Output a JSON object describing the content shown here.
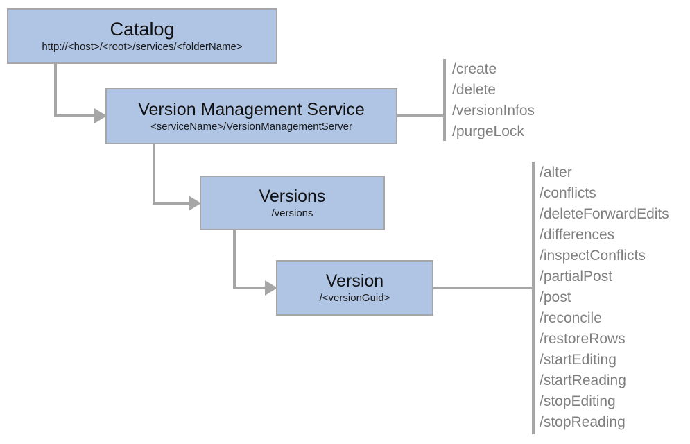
{
  "diagram": {
    "type": "hierarchy-flowchart",
    "accent_box_fill": "#b0c4e4",
    "accent_box_border": "#a6a6a6",
    "connector_color": "#a6a6a6",
    "operation_text_color": "#7f7f7f",
    "background": "#ffffff"
  },
  "nodes": {
    "catalog": {
      "title": "Catalog",
      "subtitle": "http://<host>/<root>/services/<folderName>"
    },
    "version_management_service": {
      "title": "Version Management Service",
      "subtitle": "<serviceName>/VersionManagementServer"
    },
    "versions": {
      "title": "Versions",
      "subtitle": "/versions"
    },
    "version": {
      "title": "Version",
      "subtitle": "/<versionGuid>"
    }
  },
  "operations": {
    "service_operations": [
      "/create",
      "/delete",
      "/versionInfos",
      "/purgeLock"
    ],
    "version_operations": [
      "/alter",
      "/conflicts",
      "/deleteForwardEdits",
      "/differences",
      "/inspectConflicts",
      "/partialPost",
      "/post",
      "/reconcile",
      "/restoreRows",
      "/startEditing",
      "/startReading",
      "/stopEditing",
      "/stopReading"
    ]
  }
}
